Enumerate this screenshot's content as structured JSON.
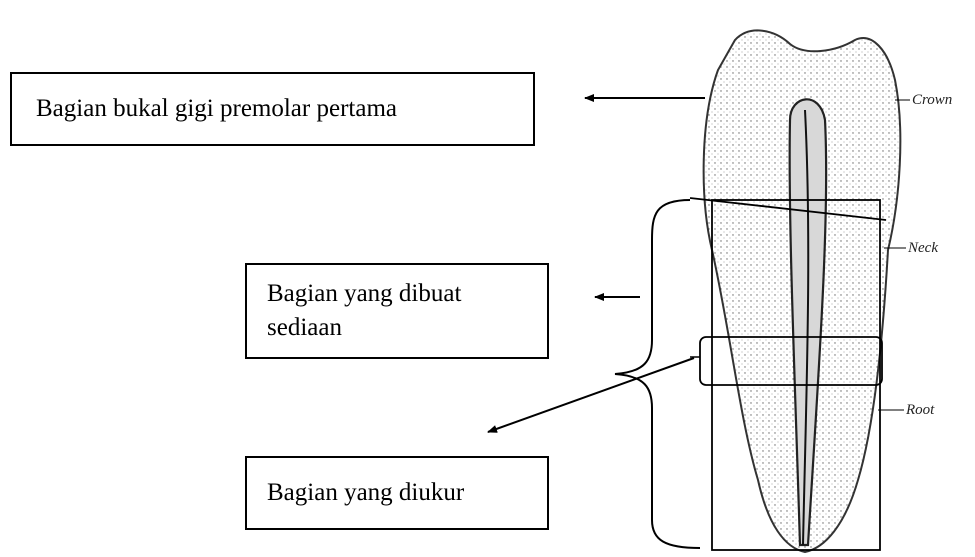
{
  "labels": {
    "box_bukal": "Bagian bukal gigi premolar pertama",
    "box_dibuat_line1": "Bagian yang dibuat",
    "box_dibuat_line2": "sediaan",
    "box_diukur": "Bagian yang diukur"
  },
  "tooth_labels": {
    "crown": "Crown",
    "neck": "Neck",
    "root": "Root"
  },
  "colors": {
    "line": "#000000",
    "tooth_fill": "#f4f4f4",
    "stipple": "#555555"
  }
}
